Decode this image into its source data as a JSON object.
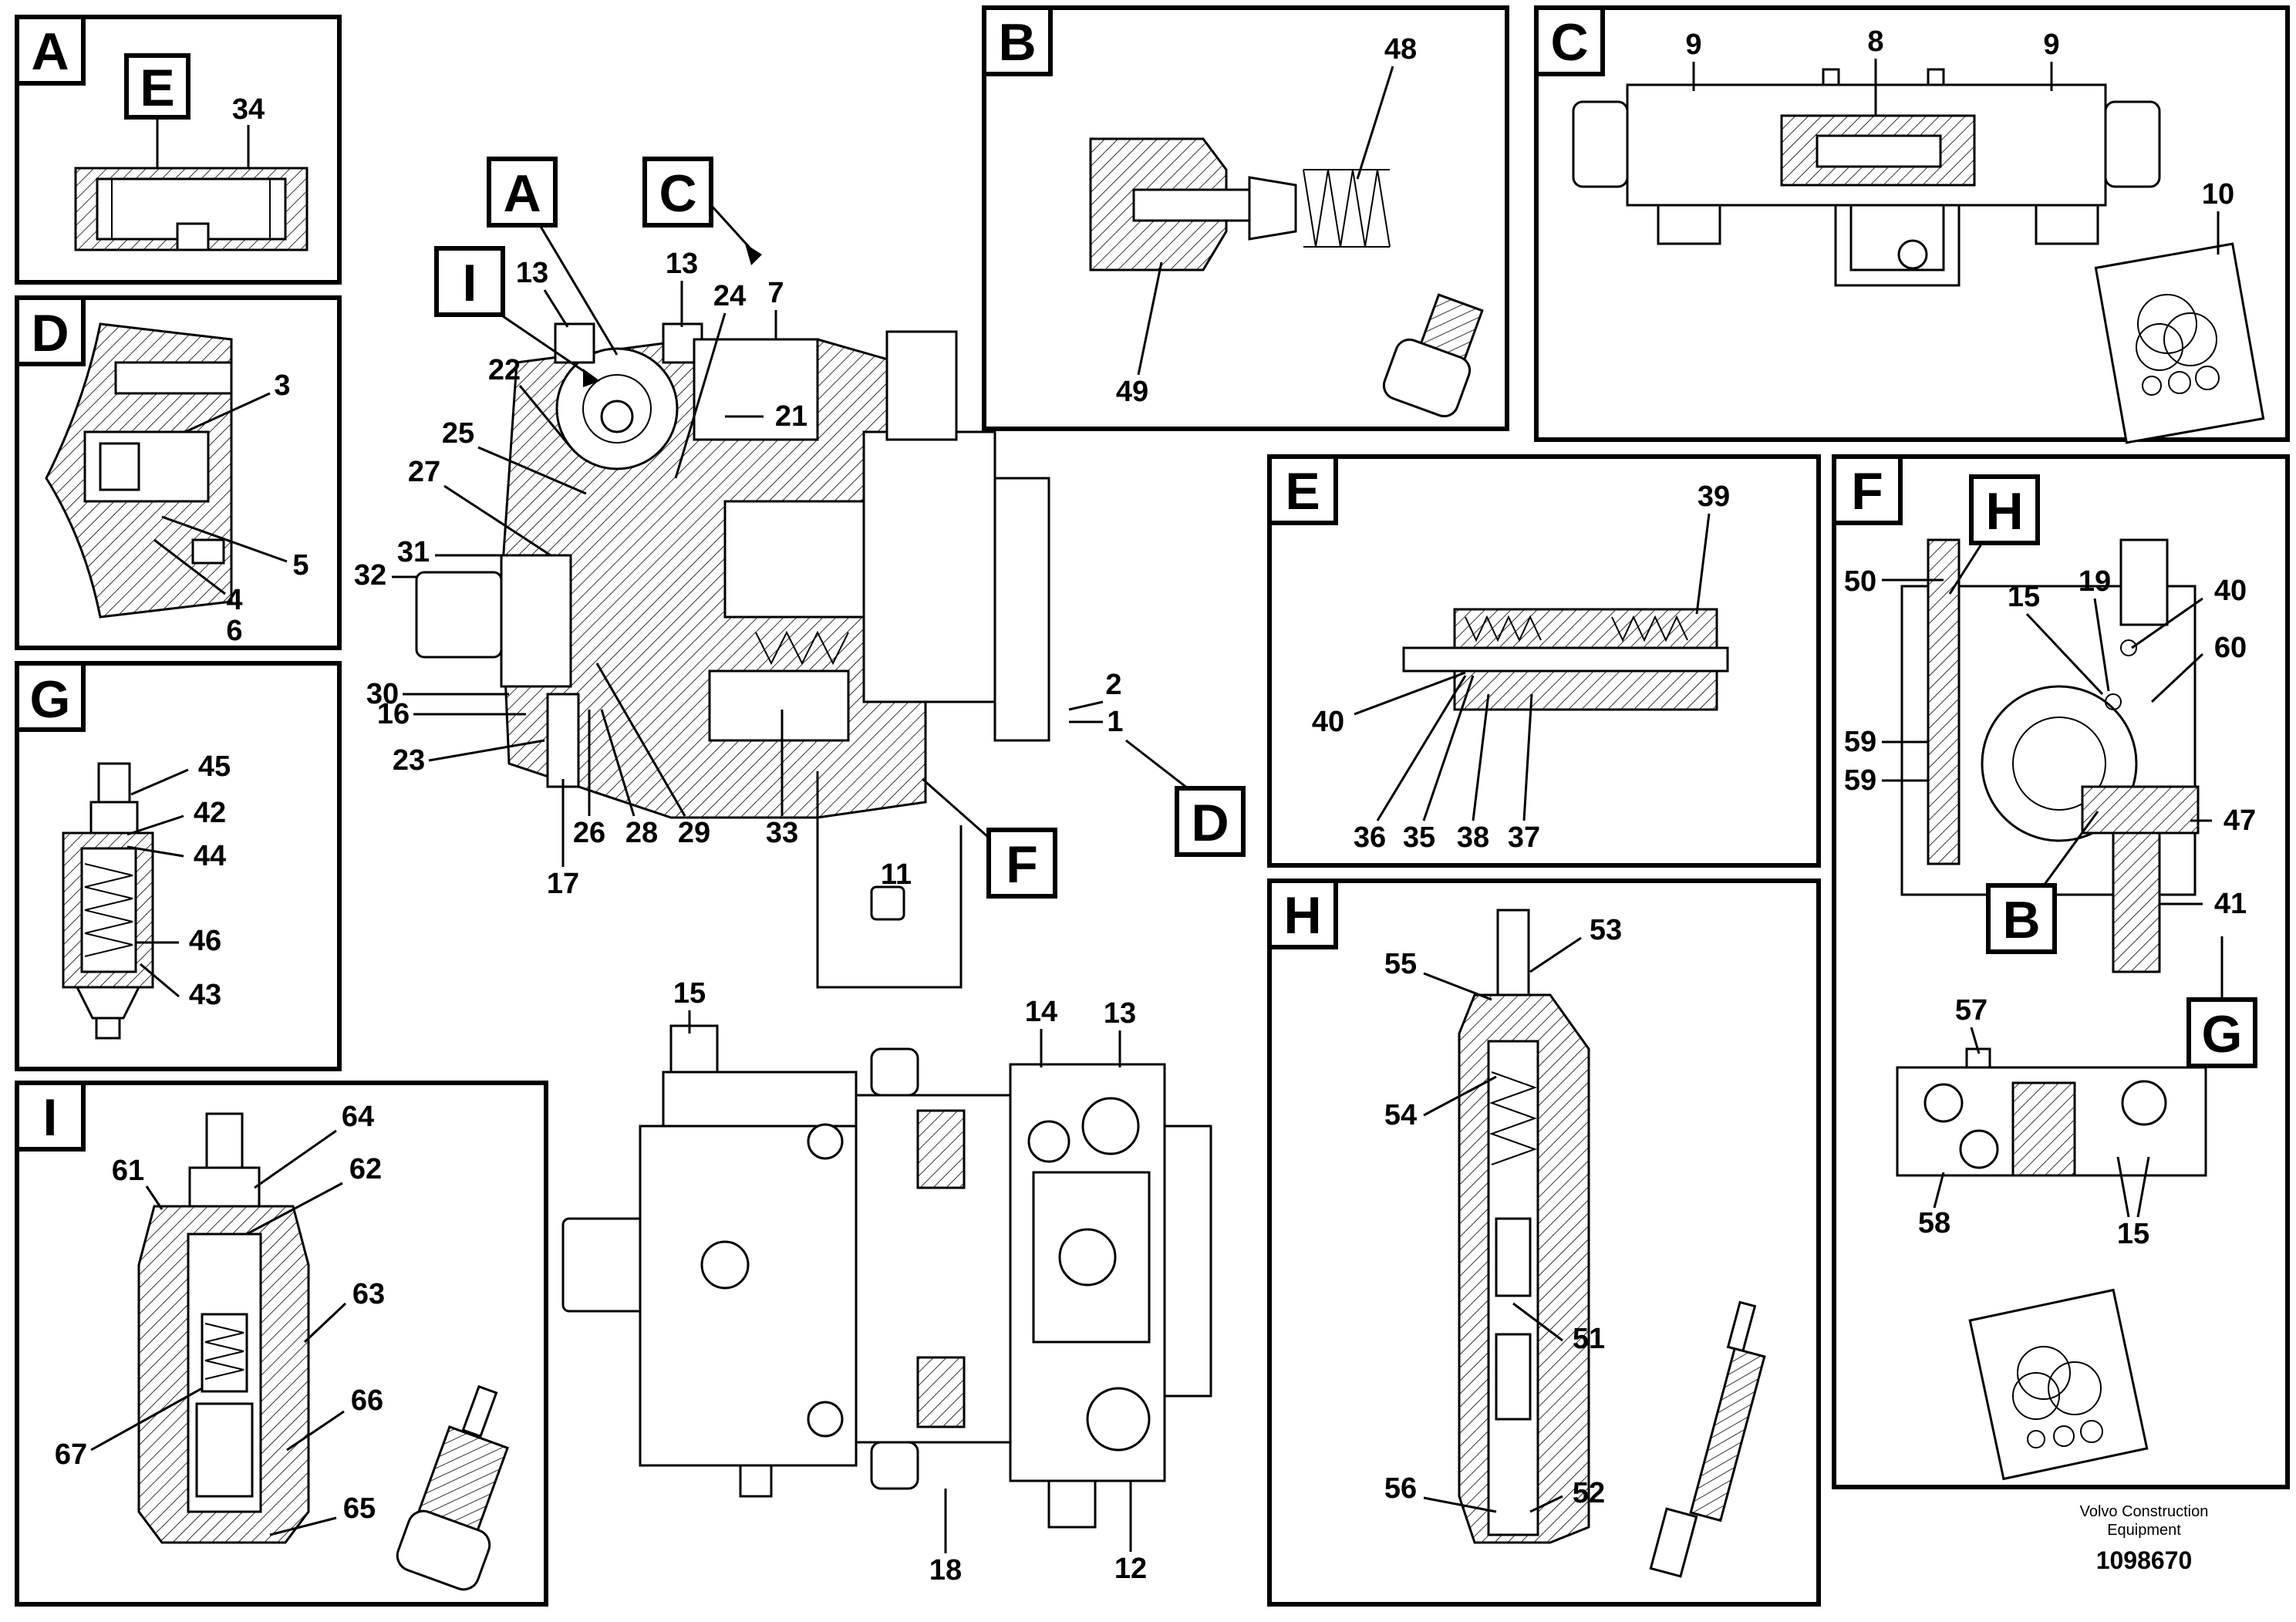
{
  "panels": {
    "A": {
      "tag": "A",
      "inner_tag": "E",
      "labels": [
        "34"
      ]
    },
    "B": {
      "tag": "B",
      "labels": [
        "48",
        "49"
      ]
    },
    "C": {
      "tag": "C",
      "labels": [
        "9",
        "8",
        "9",
        "10"
      ]
    },
    "D": {
      "tag": "D",
      "labels": [
        "3",
        "5",
        "4",
        "6"
      ]
    },
    "E": {
      "tag": "E",
      "labels": [
        "39",
        "40",
        "36",
        "35",
        "38",
        "37"
      ]
    },
    "F": {
      "tag": "F",
      "inner_tags": [
        "H",
        "B",
        "G"
      ],
      "labels": [
        "50",
        "15",
        "19",
        "40",
        "60",
        "59",
        "59",
        "47",
        "41",
        "57",
        "58",
        "15"
      ]
    },
    "G": {
      "tag": "G",
      "labels": [
        "45",
        "42",
        "44",
        "46",
        "43"
      ]
    },
    "H": {
      "tag": "H",
      "labels": [
        "53",
        "55",
        "54",
        "51",
        "56",
        "52"
      ]
    },
    "I": {
      "tag": "I",
      "labels": [
        "64",
        "61",
        "62",
        "63",
        "66",
        "67",
        "65"
      ]
    }
  },
  "main_view": {
    "callout_tags": [
      "A",
      "C",
      "I",
      "D",
      "F"
    ],
    "labels": [
      "13",
      "13",
      "7",
      "24",
      "22",
      "21",
      "25",
      "27",
      "31",
      "32",
      "30",
      "16",
      "23",
      "26",
      "28",
      "29",
      "33",
      "17",
      "2",
      "1",
      "11"
    ]
  },
  "bottom_view": {
    "labels": [
      "15",
      "14",
      "13",
      "18",
      "12"
    ]
  },
  "footer": {
    "brand_line1": "Volvo Construction",
    "brand_line2": "Equipment",
    "drawing_number": "1098670"
  }
}
